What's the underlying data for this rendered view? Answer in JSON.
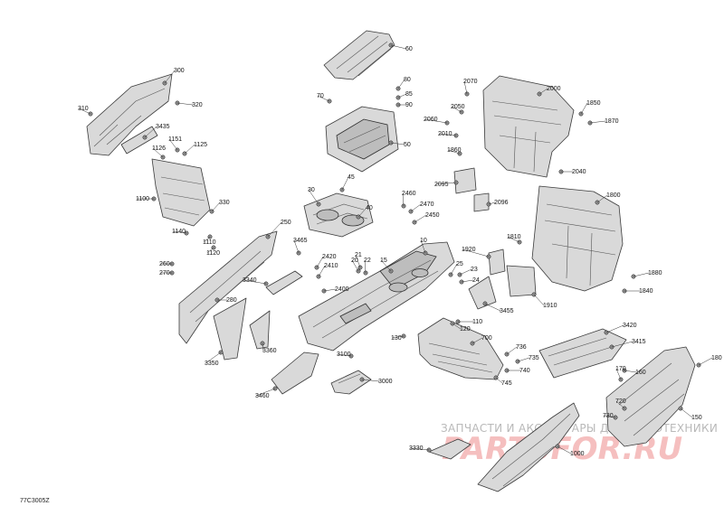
{
  "diagram_code": "77C3005Z",
  "watermark": {
    "caption": "ЗАПЧАСТИ И АКСЕССУАРЫ ДЛЯ МОТОТЕХНИКИ",
    "logo": "PARTSFOR.RU"
  },
  "callouts": [
    "10",
    "15",
    "20",
    "21",
    "22",
    "23",
    "24",
    "25",
    "30",
    "40",
    "45",
    "50",
    "60",
    "70",
    "80",
    "85",
    "90",
    "110",
    "120",
    "130",
    "150",
    "160",
    "170",
    "180",
    "250",
    "260",
    "270",
    "280",
    "300",
    "310",
    "320",
    "330",
    "700",
    "720",
    "730",
    "735",
    "736",
    "740",
    "745",
    "1000",
    "1100",
    "1110",
    "1120",
    "1125",
    "1126",
    "1140",
    "1151",
    "1800",
    "1810",
    "1840",
    "1850",
    "1860",
    "1870",
    "1880",
    "1910",
    "1920",
    "2000",
    "2010",
    "2040",
    "2050",
    "2060",
    "2070",
    "2095",
    "2096",
    "2400",
    "2410",
    "2420",
    "2450",
    "2460",
    "2470",
    "3000",
    "3100",
    "3330",
    "3340",
    "3350",
    "3360",
    "3415",
    "3420",
    "3435",
    "3455",
    "3460",
    "3465"
  ]
}
